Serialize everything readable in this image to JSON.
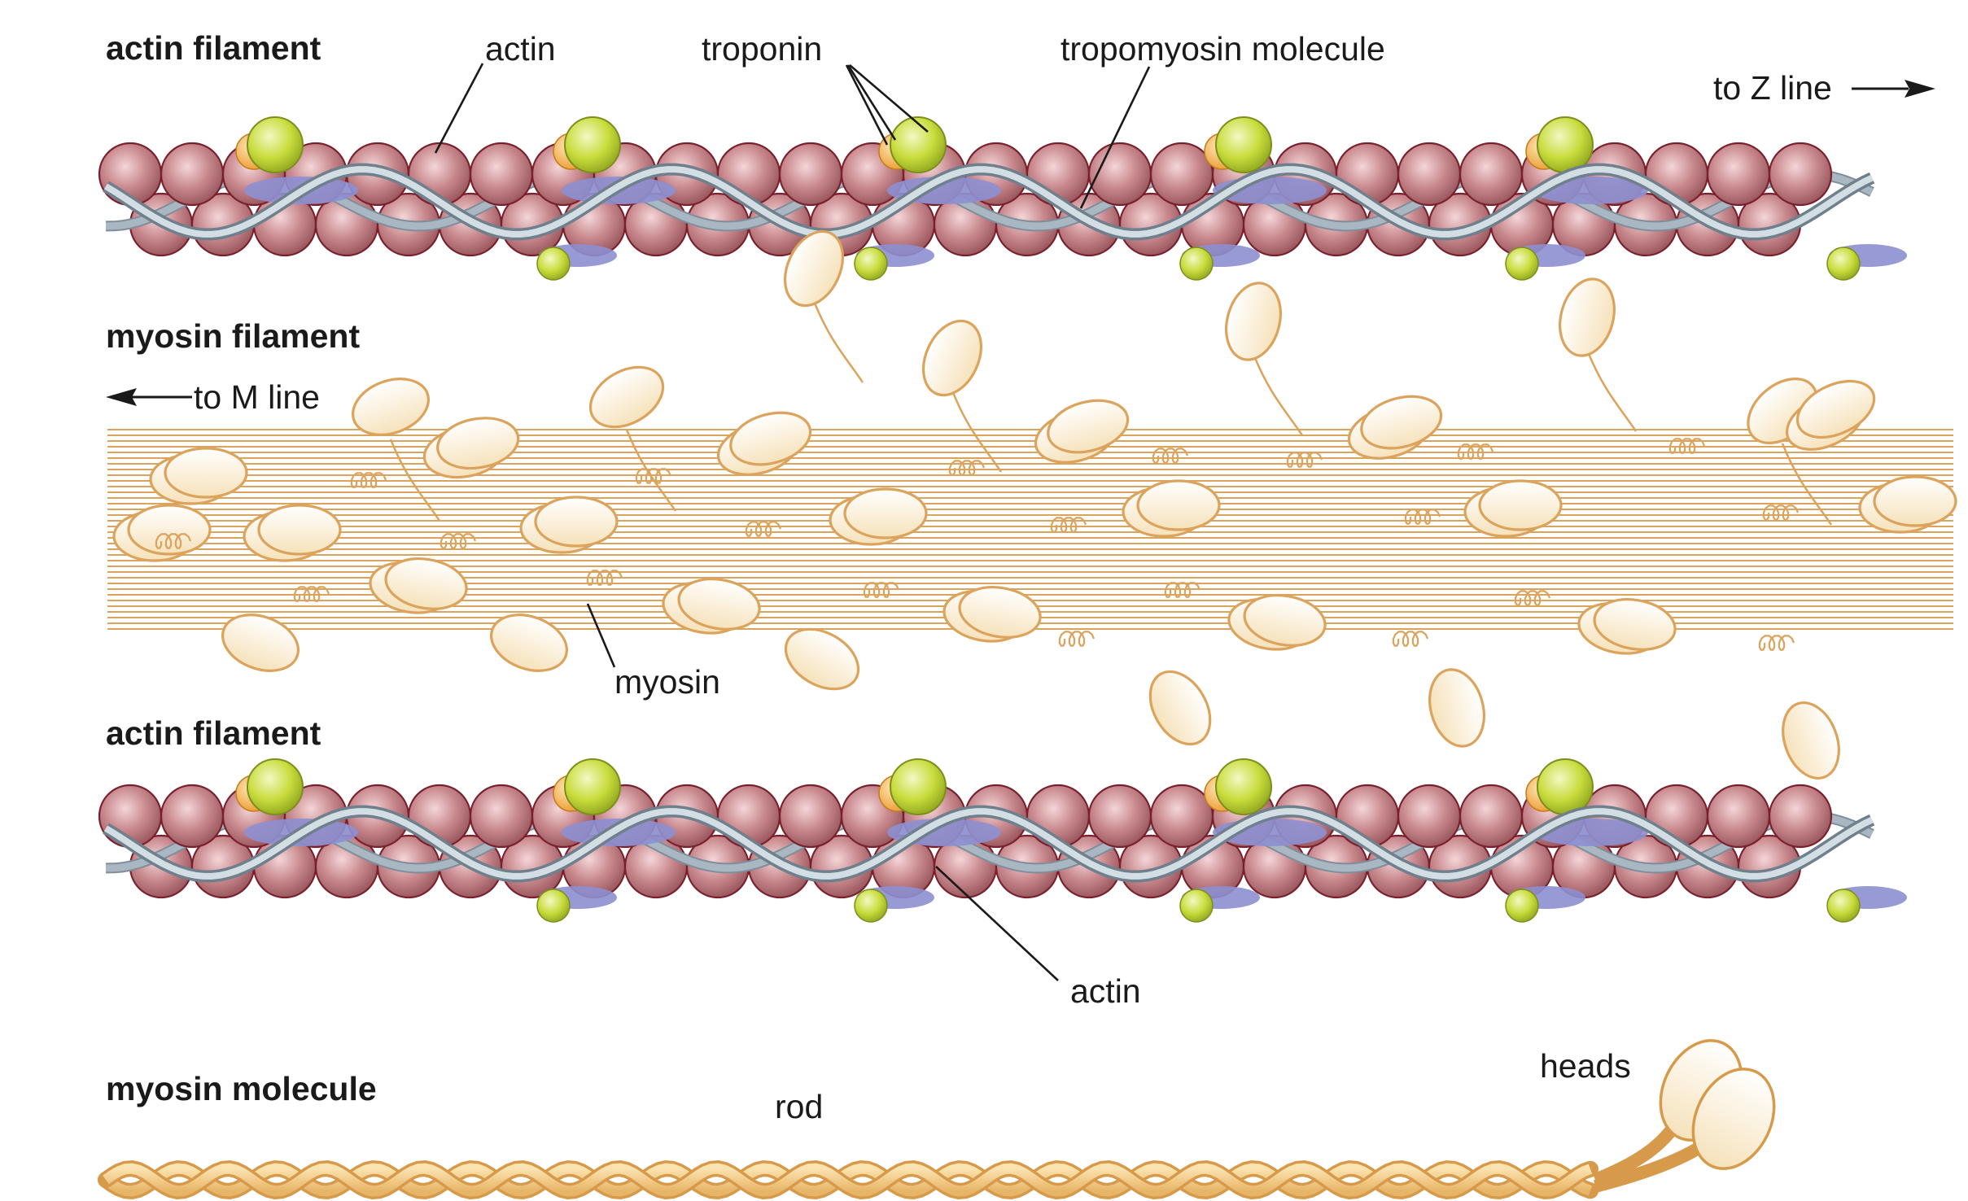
{
  "sections": {
    "actin_top": "actin filament",
    "myosin_filament": "myosin filament",
    "actin_bottom": "actin filament",
    "myosin_molecule": "myosin molecule"
  },
  "labels": {
    "actin_top": "actin",
    "troponin": "troponin",
    "tropomyosin": "tropomyosin molecule",
    "to_z_line": "to Z line",
    "to_m_line": "to M line",
    "myosin": "myosin",
    "actin_bottom": "actin",
    "rod": "rod",
    "heads": "heads"
  },
  "colors": {
    "actin_bead": "#b9777c",
    "actin_bead_light": "#f4d6d8",
    "actin_outline": "#7a1f2c",
    "tropomyosin": "#a9b7c2",
    "troponin_green": "#c8dc3c",
    "troponin_orange": "#f2b34a",
    "troponin_blue": "#8d8fd0",
    "myosin_line": "#dba35c",
    "myosin_head": "#fdf6e6",
    "myosin_outline": "#dba35c"
  }
}
